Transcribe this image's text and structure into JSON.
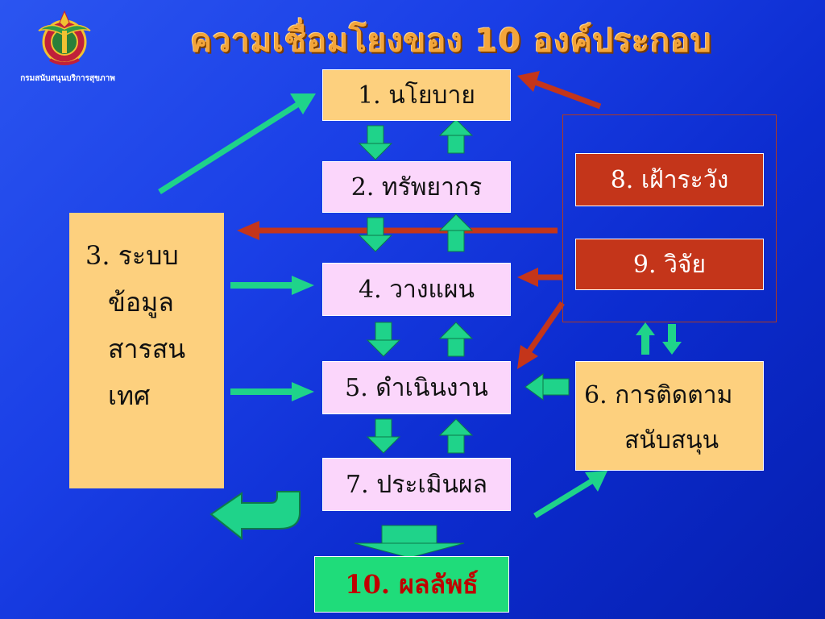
{
  "title": "ความเชื่อมโยงของ 10 องค์ประกอบ",
  "organization": "กรมสนับสนุนบริการสุขภาพ",
  "nodes": {
    "policy": "1. นโยบาย",
    "resources": "2. ทรัพยากร",
    "info_system": [
      "3. ระบบ",
      "ข้อมูล",
      "สารสน",
      "เทศ"
    ],
    "planning": "4. วางแผน",
    "operation": "5. ดำเนินงาน",
    "monitoring": [
      "6. การติดตาม",
      "สนับสนุน"
    ],
    "evaluation": "7. ประเมินผล",
    "surveillance": "8. เฝ้าระวัง",
    "research": "9. วิจัย",
    "result": "10. ผลลัพธ์"
  },
  "colors": {
    "background": "#1a3fe6",
    "title": "#f3a53a",
    "yellow_box": "#fdd07e",
    "pink_box": "#fbd6fb",
    "red_box": "#c4351a",
    "green_box": "#1fdc7a",
    "green_arrow": "#1fd38a",
    "red_arrow": "#c4351a"
  },
  "icons": [
    "ministry-emblem-icon"
  ]
}
